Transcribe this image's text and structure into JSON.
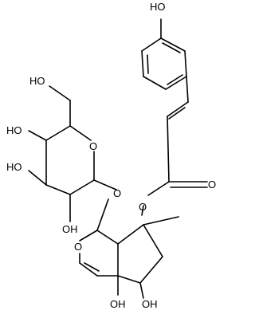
{
  "atoms": {
    "ho_aryl": "HO",
    "ho_ch2": "HO",
    "ho_sugar_c4": "HO",
    "ho_sugar_c3": "HO",
    "oh_sugar_c2": "OH",
    "oh_c5": "OH",
    "oh_c6": "OH",
    "o_ring_sugar": "O",
    "o_glycosidic": "O",
    "o_ring_pyran": "O",
    "o_ester": "O",
    "o_carbonyl": "O"
  }
}
